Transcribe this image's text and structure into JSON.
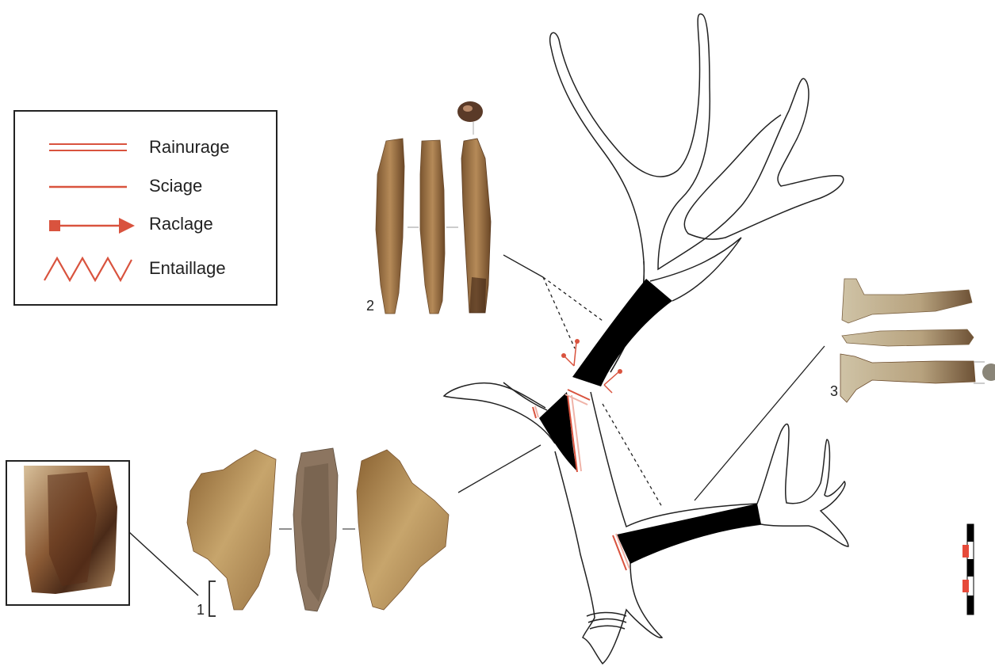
{
  "legend": {
    "items": [
      {
        "label": "Rainurage",
        "symbol": "double-line",
        "color": "#d9533e"
      },
      {
        "label": "Sciage",
        "symbol": "single-line",
        "color": "#d9533e"
      },
      {
        "label": "Raclage",
        "symbol": "square-arrow",
        "color": "#d9533e"
      },
      {
        "label": "Entaillage",
        "symbol": "zigzag",
        "color": "#d9533e"
      }
    ]
  },
  "specimens": {
    "s1": "1",
    "s2": "2",
    "s3": "3"
  },
  "colors": {
    "mark": "#d9533e",
    "mark_light": "#f0b3a8",
    "bone_dark": "#6b4a2a",
    "bone_mid": "#a07a4d",
    "bone_light": "#d8c29a",
    "fill_removed": "#000000"
  }
}
